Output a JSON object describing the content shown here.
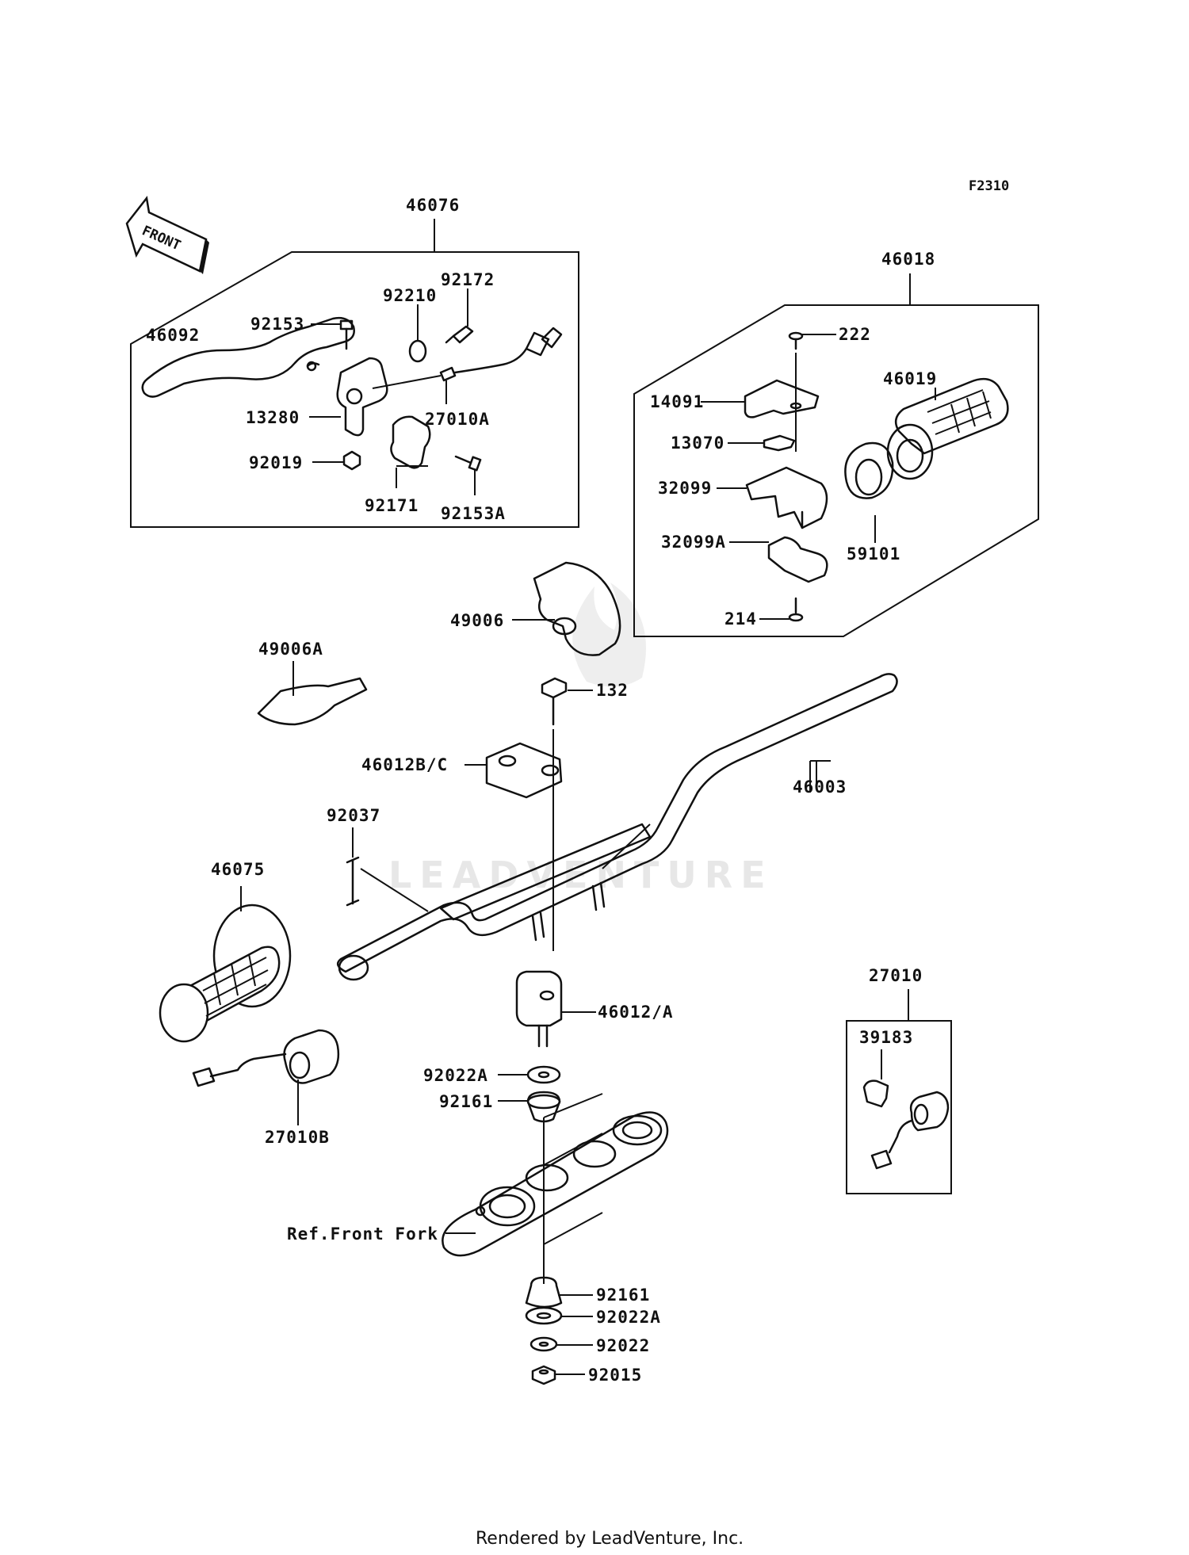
{
  "diagram_code": "F2310",
  "front_arrow_text": "FRONT",
  "watermark": "LEADVENTURE",
  "footer": "Rendered by LeadVenture, Inc.",
  "ref_label": "Ref.Front Fork",
  "groups": {
    "clutch_lever_assy": "46076",
    "throttle_assy": "46018",
    "switch_assy": "27010"
  },
  "parts": {
    "lever": "46092",
    "bolt_92153": "92153",
    "nut_92210": "92210",
    "adjuster_92172": "92172",
    "holder_13280": "13280",
    "switch_27010A": "27010A",
    "nut_92019": "92019",
    "clamp_92171": "92171",
    "bolt_92153A": "92153A",
    "screw_222": "222",
    "cover_14091": "14091",
    "plate_13070": "13070",
    "case_32099": "32099",
    "case_32099A": "32099A",
    "screw_214": "214",
    "grip_46019": "46019",
    "pulley_59101": "59101",
    "guard_49006": "49006",
    "guard_49006A": "49006A",
    "bolt_132": "132",
    "holder_46012BC": "46012B/C",
    "handlebar_46003": "46003",
    "band_92037": "92037",
    "grip_46075": "46075",
    "holder_46012A": "46012/A",
    "switch_27010B": "27010B",
    "washer_92022A_top": "92022A",
    "damper_92161_top": "92161",
    "damper_92161_bot": "92161",
    "washer_92022A_bot": "92022A",
    "washer_92022": "92022",
    "nut_92015": "92015",
    "clamp_39183": "39183"
  }
}
